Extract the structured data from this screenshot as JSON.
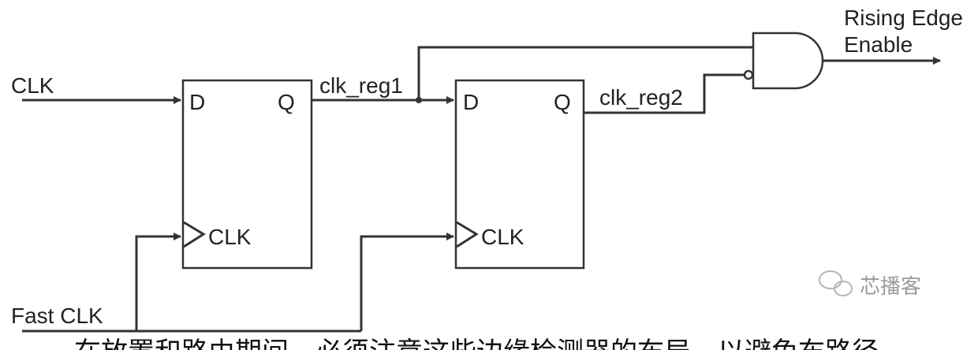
{
  "diagram": {
    "inputs": {
      "clk": "CLK",
      "fast_clk": "Fast CLK"
    },
    "ff1": {
      "d": "D",
      "q": "Q",
      "clk": "CLK"
    },
    "ff2": {
      "d": "D",
      "q": "Q",
      "clk": "CLK"
    },
    "nets": {
      "clk_reg1": "clk_reg1",
      "clk_reg2": "clk_reg2"
    },
    "output": {
      "line1": "Rising Edge",
      "line2": "Enable"
    }
  },
  "watermark": "芯播客",
  "caption": "在放置和路由期间，必须注意这些边缘检测器的布局，以避免布路径"
}
